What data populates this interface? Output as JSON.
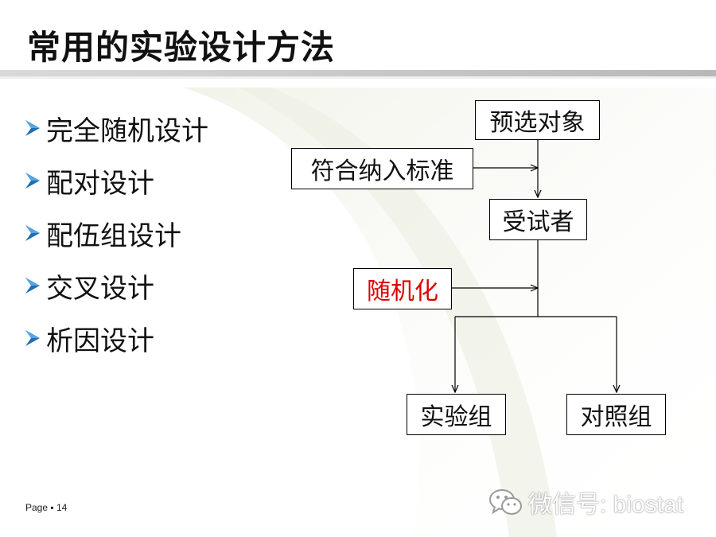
{
  "slide": {
    "title": "常用的实验设计方法",
    "bullets": [
      {
        "label": "完全随机设计"
      },
      {
        "label": "配对设计"
      },
      {
        "label": "配伍组设计"
      },
      {
        "label": "交叉设计"
      },
      {
        "label": "析因设计"
      }
    ],
    "page_label": "Page ▪ 14"
  },
  "flowchart": {
    "preselect": "预选对象",
    "inclusion": "符合纳入标准",
    "subjects": "受试者",
    "randomize": "随机化",
    "experimental_group": "实验组",
    "control_group": "对照组"
  },
  "watermark": {
    "text": "微信号: biostat",
    "icon": "wechat-icon"
  },
  "colors": {
    "title_text": "#111111",
    "bullet_arrow": "#1f6fb5",
    "randomize_text": "#e00000",
    "divider": "#c8c8c8"
  }
}
